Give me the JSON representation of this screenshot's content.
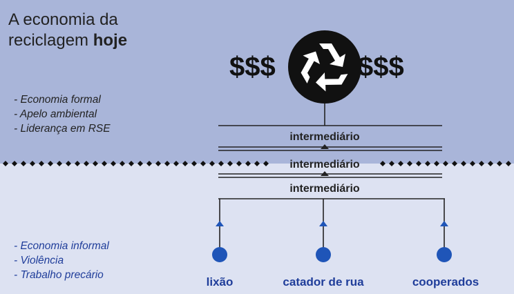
{
  "title": {
    "line1": "A economia da",
    "line2_prefix": "reciclagem ",
    "line2_bold": "hoje"
  },
  "formal_bullets": [
    "- Economia formal",
    "- Apelo ambiental",
    "- Liderança em RSE"
  ],
  "informal_bullets": [
    "- Economia informal",
    "- Violência",
    "- Trabalho precário"
  ],
  "money_left": "$$$",
  "money_right": "$$$",
  "intermediaries": [
    "intermediário",
    "intermediário",
    "intermediário"
  ],
  "sources": [
    "lixão",
    "catador de rua",
    "cooperados"
  ],
  "colors": {
    "upper_band": "#a9b5d9",
    "lower_band": "#dde2f2",
    "source_blue": "#1f55b8",
    "dark_blue_text": "#1f3d9a"
  }
}
